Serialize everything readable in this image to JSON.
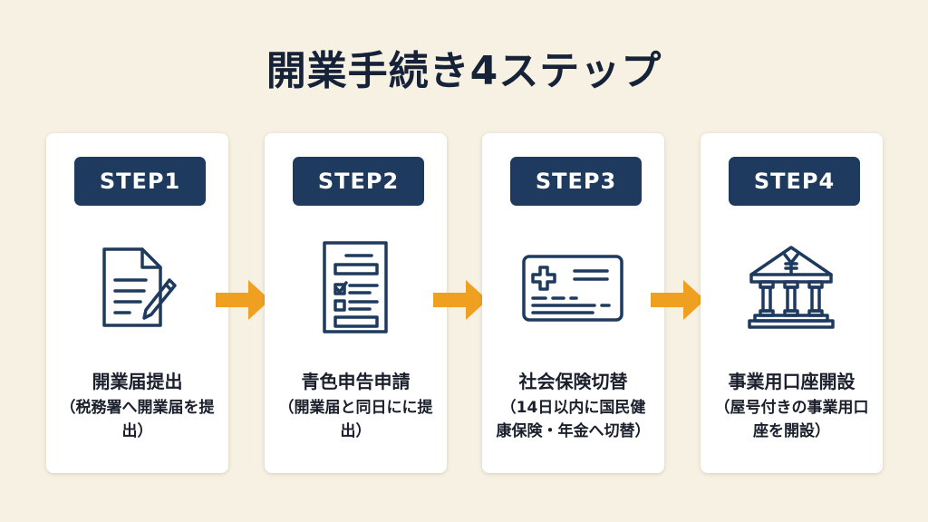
{
  "title": "開業手続き4ステップ",
  "colors": {
    "background": "#f6f1e2",
    "card": "#ffffff",
    "badge": "#1e3a5f",
    "icon_stroke": "#1e3a5f",
    "arrow": "#f0a020",
    "text": "#1a1f2b"
  },
  "steps": [
    {
      "badge": "STEP1",
      "icon": "document-pencil-icon",
      "title": "開業届提出",
      "description": "（税務署へ開業届を提出）"
    },
    {
      "badge": "STEP2",
      "icon": "checklist-form-icon",
      "title": "青色申告申請",
      "description": "（開業届と同日にに提出）"
    },
    {
      "badge": "STEP3",
      "icon": "health-insurance-card-icon",
      "title": "社会保険切替",
      "description": "（14日以内に国民健康保険・年金へ切替）"
    },
    {
      "badge": "STEP4",
      "icon": "bank-yen-icon",
      "title": "事業用口座開設",
      "description": "（屋号付きの事業用口座を開設）"
    }
  ],
  "arrows": [
    "arrow-right-icon",
    "arrow-right-icon",
    "arrow-right-icon"
  ]
}
